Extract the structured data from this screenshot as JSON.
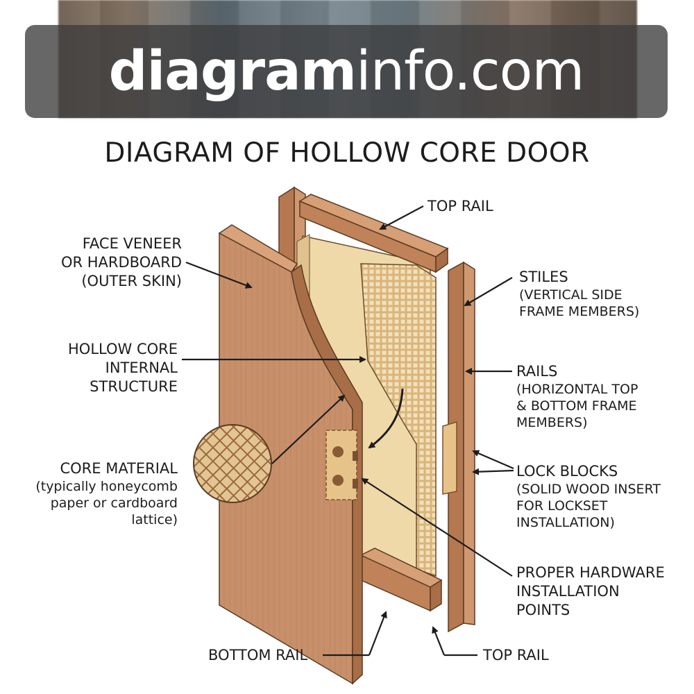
{
  "watermark": {
    "bold_part": "diagram",
    "rest": "info.com"
  },
  "title": "DIAGRAM OF HOLLOW CORE DOOR",
  "labels": {
    "top_rail_upper": "TOP RAIL",
    "face_veneer": [
      "FACE VENEER",
      "OR HARDBOARD",
      "(OUTER SKIN)"
    ],
    "stiles": {
      "heading": "STILES",
      "detail": [
        "(VERTICAL SIDE",
        "FRAME MEMBERS)"
      ]
    },
    "hollow_core": [
      "HOLLOW CORE",
      "INTERNAL",
      "STRUCTURE"
    ],
    "rails": {
      "heading": "RAILS",
      "detail": [
        "(HORIZONTAL TOP",
        "& BOTTOM FRAME",
        "MEMBERS)"
      ]
    },
    "core_material": {
      "heading": "CORE MATERIAL",
      "detail": [
        "(typically honeycomb",
        "paper or cardboard",
        "lattice)"
      ]
    },
    "lock_blocks": {
      "heading": "LOCK BLOCKS",
      "detail": [
        "(SOLID WOOD INSERT",
        "FOR LOCKSET",
        "INSTALLATION)"
      ]
    },
    "hardware": [
      "PROPER HARDWARE",
      "INSTALLATION",
      "POINTS"
    ],
    "bottom_rail": "BOTTOM RAIL",
    "top_rail_lower": "TOP RAIL"
  },
  "colors": {
    "wood": "#c8906a",
    "wood_dark": "#a86e48",
    "core_paper": "#efd9a8",
    "lock_block": "#e6c489",
    "line": "#1c1c1c"
  }
}
